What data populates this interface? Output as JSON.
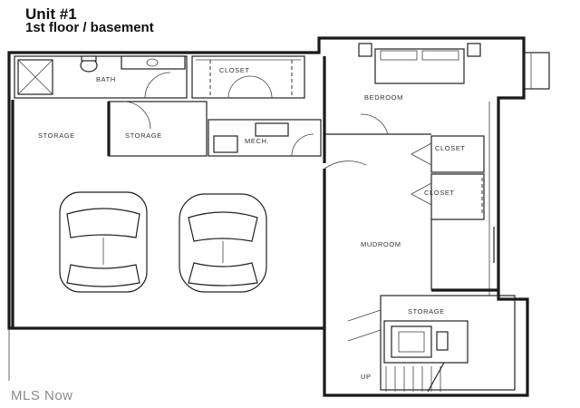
{
  "header": {
    "unit": "Unit #1",
    "floor": "1st floor / basement"
  },
  "rooms": {
    "bath": "BATH",
    "closet_top": "CLOSET",
    "bedroom": "BEDROOM",
    "storage_left": "STORAGE",
    "storage_mid": "STORAGE",
    "mech": "MECH.",
    "closet_1": "CLOSET",
    "closet_2": "CLOSET",
    "mudroom": "MUDROOM",
    "storage_bottom": "STORAGE",
    "stairs": "UP"
  },
  "watermark": "MLS Now"
}
